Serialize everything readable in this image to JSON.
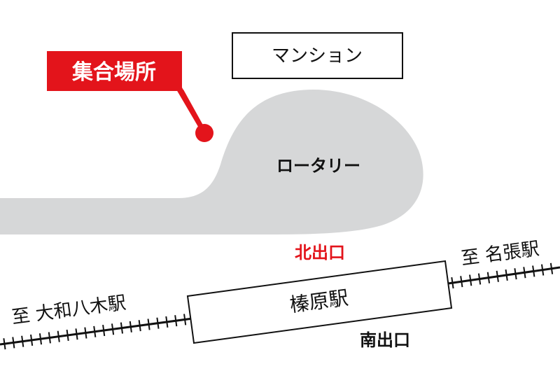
{
  "map": {
    "meeting_point": {
      "label": "集合場所"
    },
    "mansion": {
      "label": "マンション"
    },
    "rotary": {
      "label": "ロータリー"
    },
    "station": {
      "label": "榛原駅"
    },
    "exits": {
      "north": "北出口",
      "south": "南出口"
    },
    "directions": {
      "left": "至 大和八木駅",
      "right": "至 名張駅"
    },
    "colors": {
      "accent_red": "#e3141b",
      "rotary_gray": "#d6d7d8",
      "rail_black": "#111111"
    }
  }
}
